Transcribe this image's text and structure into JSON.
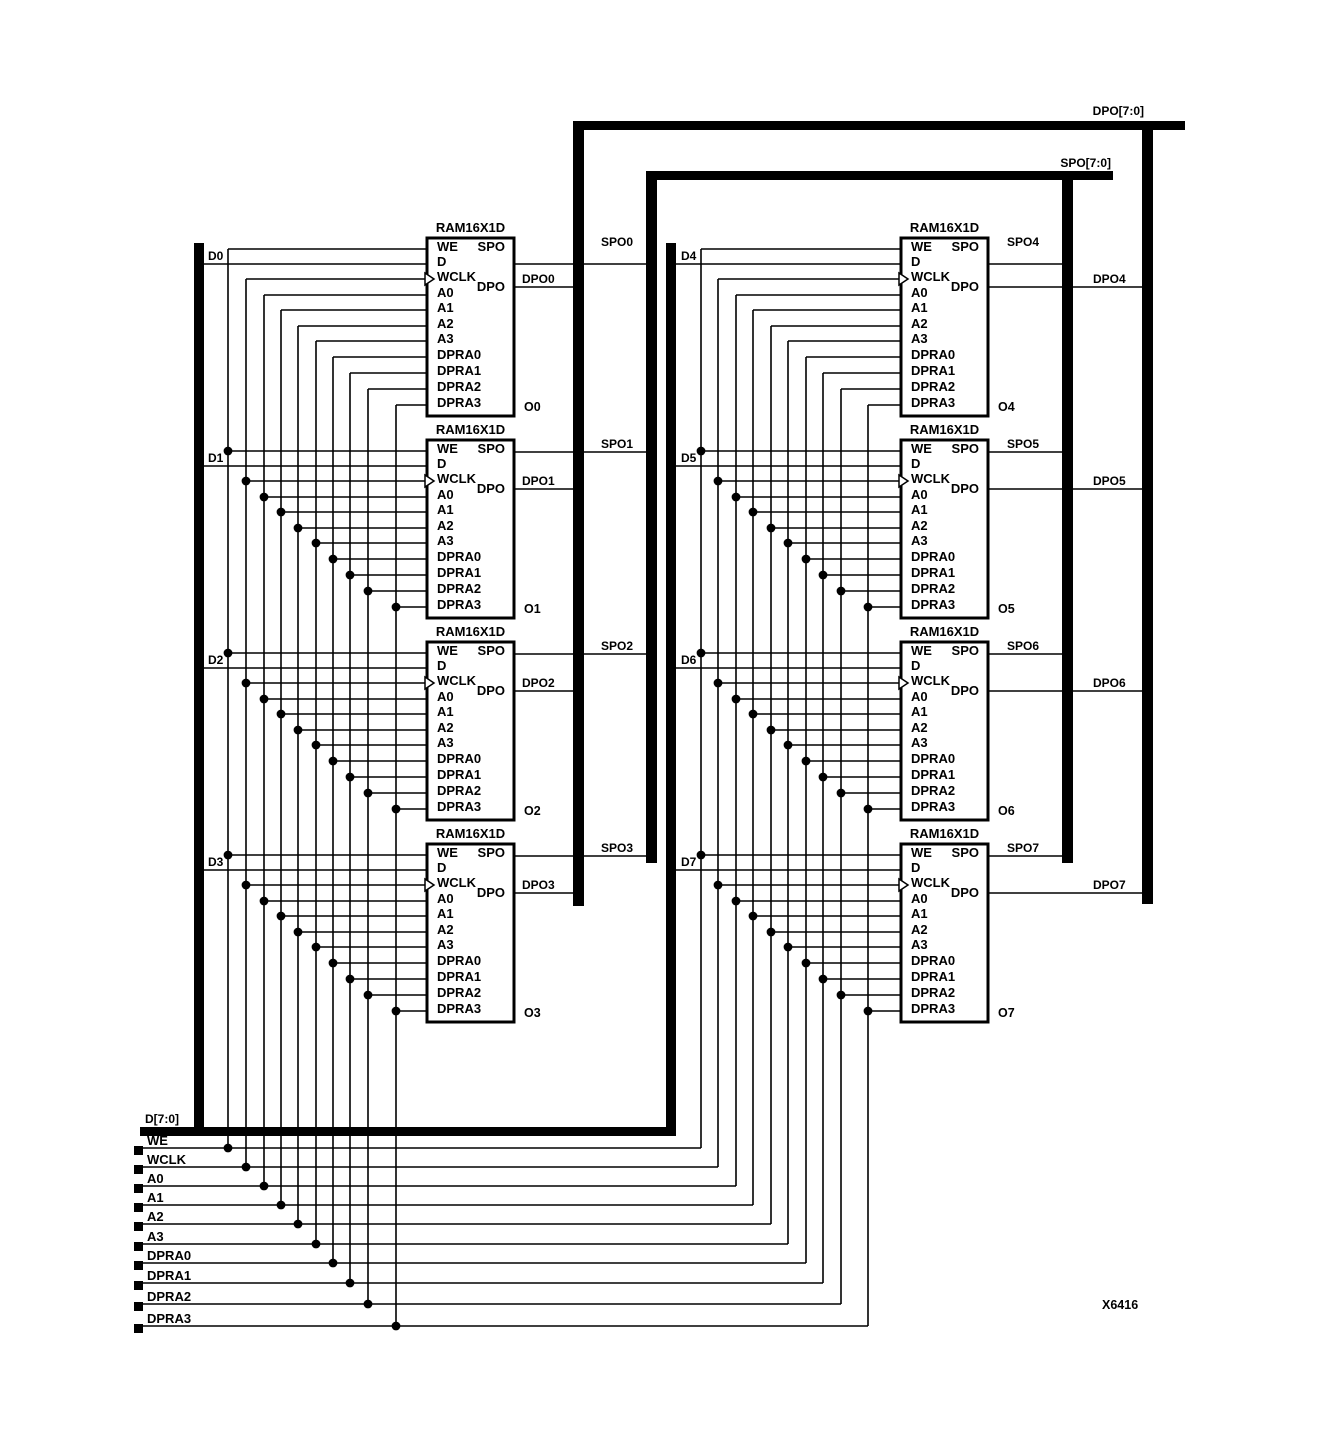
{
  "part_label": "X6416",
  "colors": {
    "ink": "#000000",
    "paper": "#ffffff"
  },
  "bus_labels": {
    "d": "D[7:0]",
    "spo": "SPO[7:0]",
    "dpo": "DPO[7:0]"
  },
  "pin_names": [
    "WE",
    "D",
    "WCLK",
    "A0",
    "A1",
    "A2",
    "A3",
    "DPRA0",
    "DPRA1",
    "DPRA2",
    "DPRA3"
  ],
  "output_pin_names": {
    "spo": "SPO",
    "dpo": "DPO"
  },
  "input_labels": [
    "WE",
    "WCLK",
    "A0",
    "A1",
    "A2",
    "A3",
    "DPRA0",
    "DPRA1",
    "DPRA2",
    "DPRA3"
  ],
  "blocks": [
    {
      "title": "RAM16X1D",
      "d": "D0",
      "spo": "SPO0",
      "dpo": "DPO0",
      "o": "O0"
    },
    {
      "title": "RAM16X1D",
      "d": "D1",
      "spo": "SPO1",
      "dpo": "DPO1",
      "o": "O1"
    },
    {
      "title": "RAM16X1D",
      "d": "D2",
      "spo": "SPO2",
      "dpo": "DPO2",
      "o": "O2"
    },
    {
      "title": "RAM16X1D",
      "d": "D3",
      "spo": "SPO3",
      "dpo": "DPO3",
      "o": "O3"
    },
    {
      "title": "RAM16X1D",
      "d": "D4",
      "spo": "SPO4",
      "dpo": "DPO4",
      "o": "O4"
    },
    {
      "title": "RAM16X1D",
      "d": "D5",
      "spo": "SPO5",
      "dpo": "DPO5",
      "o": "O5"
    },
    {
      "title": "RAM16X1D",
      "d": "D6",
      "spo": "SPO6",
      "dpo": "DPO6",
      "o": "O6"
    },
    {
      "title": "RAM16X1D",
      "d": "D7",
      "spo": "SPO7",
      "dpo": "DPO7",
      "o": "O7"
    }
  ]
}
